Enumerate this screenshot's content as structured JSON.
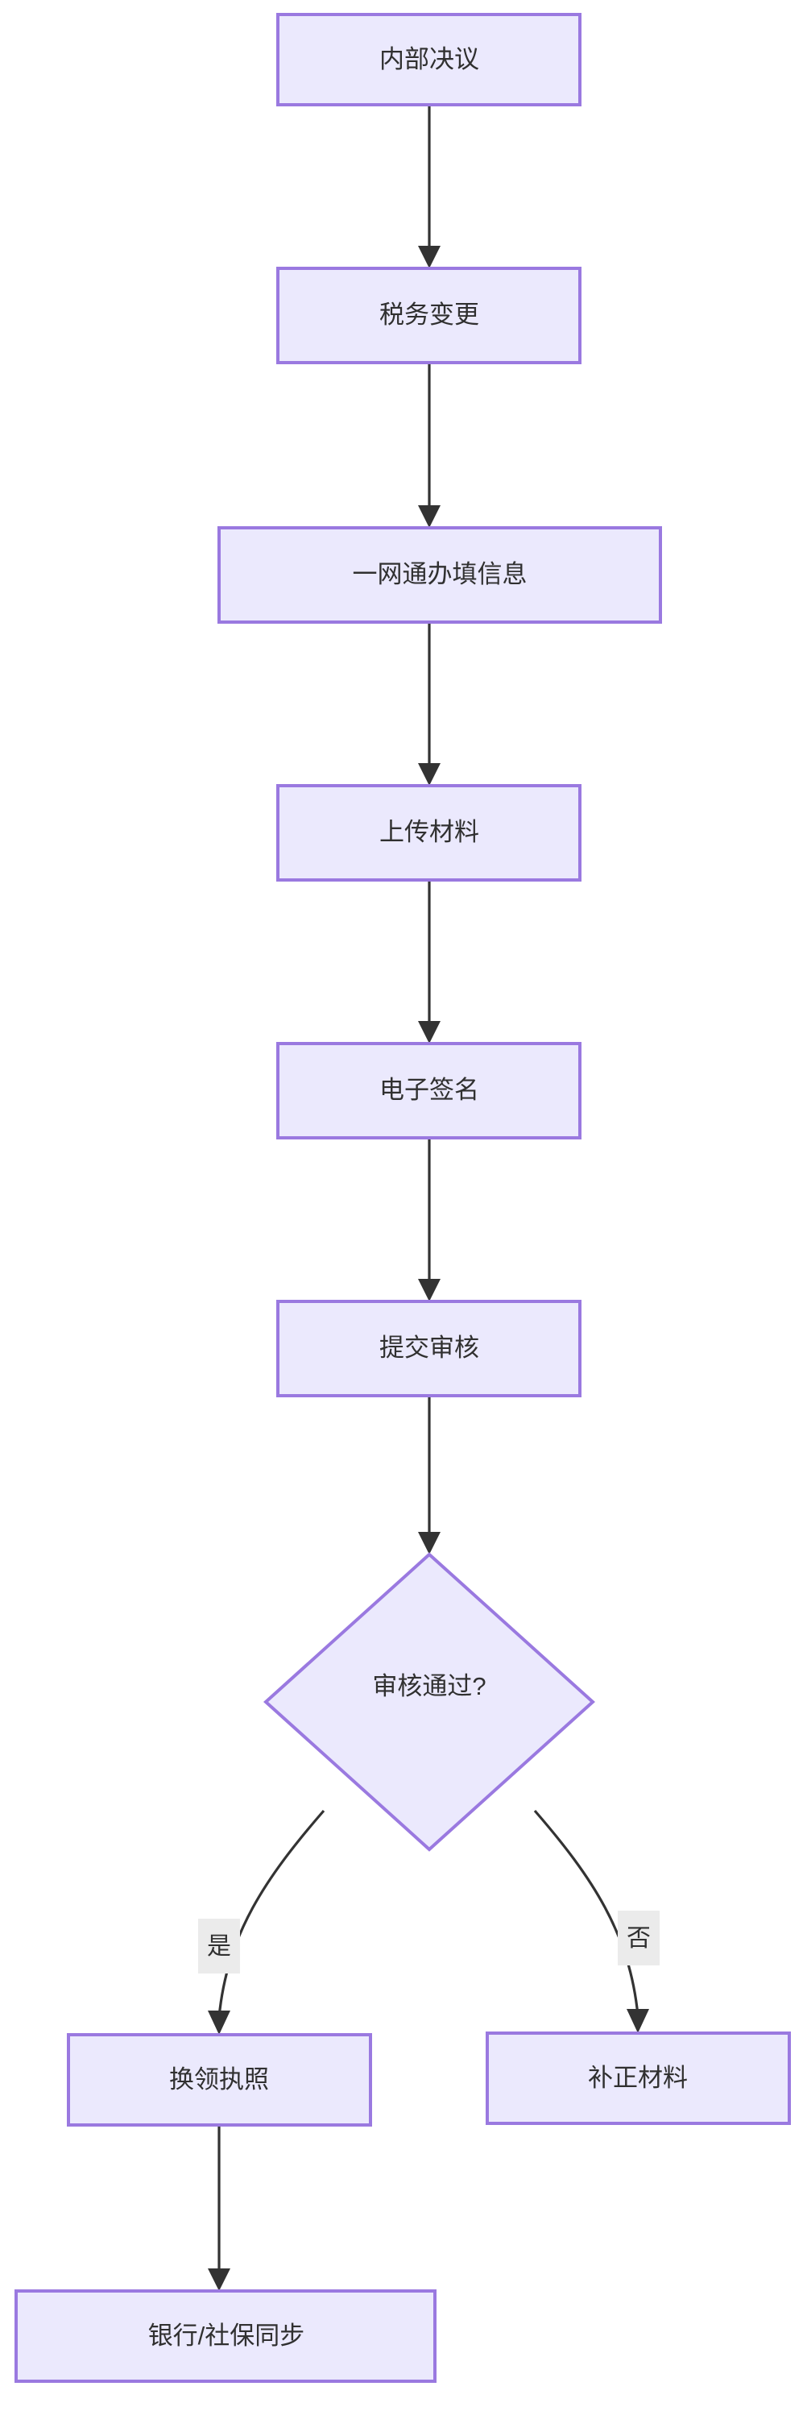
{
  "diagram": {
    "type": "flowchart",
    "direction": "top-to-bottom",
    "background_color": "#ffffff",
    "node_fill_color": "#ebe9fd",
    "node_border_color": "#9a79e0",
    "edge_color": "#333333",
    "edge_label_background_color": "#ebebeb",
    "text_color": "#303030",
    "nodes": [
      {
        "id": "n1",
        "label": "内部决议",
        "shape": "rectangle"
      },
      {
        "id": "n2",
        "label": "税务变更",
        "shape": "rectangle"
      },
      {
        "id": "n3",
        "label": "一网通办填信息",
        "shape": "rectangle"
      },
      {
        "id": "n4",
        "label": "上传材料",
        "shape": "rectangle"
      },
      {
        "id": "n5",
        "label": "电子签名",
        "shape": "rectangle"
      },
      {
        "id": "n6",
        "label": "提交审核",
        "shape": "rectangle"
      },
      {
        "id": "n7",
        "label": "审核通过?",
        "shape": "diamond"
      },
      {
        "id": "n8",
        "label": "换领执照",
        "shape": "rectangle"
      },
      {
        "id": "n9",
        "label": "补正材料",
        "shape": "rectangle"
      },
      {
        "id": "n10",
        "label": "银行/社保同步",
        "shape": "rectangle"
      }
    ],
    "edges": [
      {
        "from": "n1",
        "to": "n2",
        "label": ""
      },
      {
        "from": "n2",
        "to": "n3",
        "label": ""
      },
      {
        "from": "n3",
        "to": "n4",
        "label": ""
      },
      {
        "from": "n4",
        "to": "n5",
        "label": ""
      },
      {
        "from": "n5",
        "to": "n6",
        "label": ""
      },
      {
        "from": "n6",
        "to": "n7",
        "label": ""
      },
      {
        "from": "n7",
        "to": "n8",
        "label": "是"
      },
      {
        "from": "n7",
        "to": "n9",
        "label": "否"
      },
      {
        "from": "n8",
        "to": "n10",
        "label": ""
      }
    ]
  }
}
